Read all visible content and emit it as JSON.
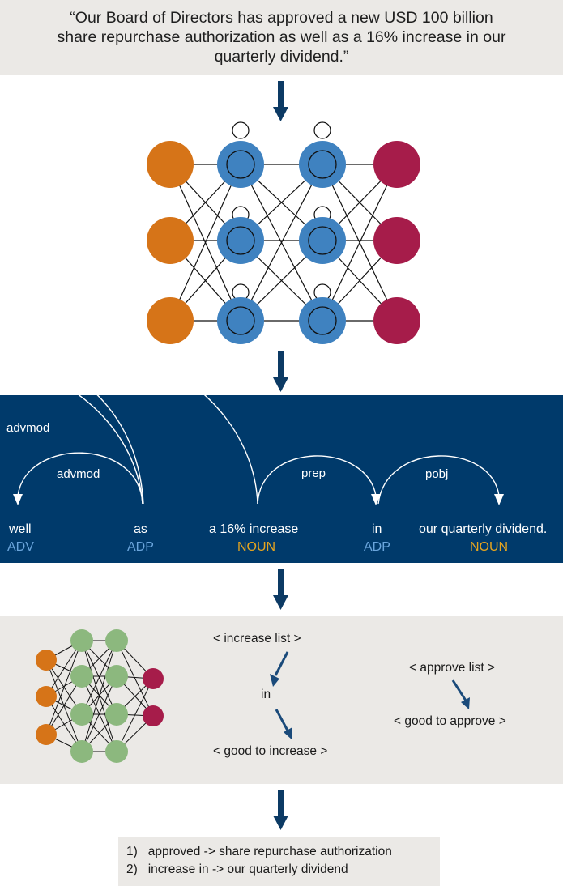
{
  "quote": {
    "line1": "“Our Board of Directors has approved a new USD 100 billion",
    "line2": "share repurchase authorization as well as a 16% increase in our",
    "line3": "quarterly dividend.”"
  },
  "dependency_parse": {
    "tokens": [
      {
        "word": "well",
        "pos": "ADV"
      },
      {
        "word": "as",
        "pos": "ADP"
      },
      {
        "word": "a 16% increase",
        "pos": "NOUN"
      },
      {
        "word": "in",
        "pos": "ADP"
      },
      {
        "word": "our quarterly dividend.",
        "pos": "NOUN"
      }
    ],
    "arcs": [
      {
        "label": "advmod"
      },
      {
        "label": "advmod"
      },
      {
        "label": "prep"
      },
      {
        "label": "pobj"
      }
    ]
  },
  "rules": {
    "increase_list": "< increase list >",
    "in": "in",
    "good_to_increase": "< good to increase >",
    "approve_list": "< approve list >",
    "good_to_approve": "< good to approve >"
  },
  "results": [
    {
      "num": "1)",
      "text": "approved -> share repurchase authorization"
    },
    {
      "num": "2)",
      "text": "increase in -> our quarterly dividend"
    }
  ],
  "colors": {
    "input_node": "#d67418",
    "hidden_node": "#3f82c0",
    "output_node": "#a61c4a",
    "small_hidden_node": "#8cb87e",
    "band": "#003a6b",
    "arrow": "#0c3a64",
    "adp_adv_tag": "#6aa5dc",
    "noun_tag": "#e5a41e"
  }
}
